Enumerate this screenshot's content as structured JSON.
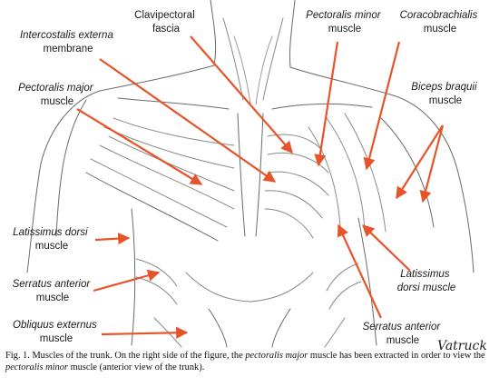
{
  "labels": [
    {
      "id": "clavipectoral",
      "lines": [
        "Clavipectoral",
        "fascia"
      ]
    },
    {
      "id": "intercostalis",
      "lines": [
        "Intercostalis externa",
        "membrane"
      ]
    },
    {
      "id": "pect-minor",
      "lines": [
        "Pectoralis minor",
        "muscle"
      ]
    },
    {
      "id": "coracobrachialis",
      "lines": [
        "Coracobrachialis",
        "muscle"
      ]
    },
    {
      "id": "pect-major",
      "lines": [
        "Pectoralis major",
        "muscle"
      ]
    },
    {
      "id": "biceps",
      "lines": [
        "Biceps braquii",
        "muscle"
      ]
    },
    {
      "id": "latissimus-left",
      "lines": [
        "Latissimus dorsi",
        "muscle"
      ]
    },
    {
      "id": "serratus-left",
      "lines": [
        "Serratus anterior",
        "muscle"
      ]
    },
    {
      "id": "latissimus-right",
      "lines": [
        "Latissimus",
        "dorsi muscle"
      ]
    },
    {
      "id": "obliquus",
      "lines": [
        "Obliquus externus",
        "muscle"
      ]
    },
    {
      "id": "serratus-right",
      "lines": [
        "Serratus anterior",
        "muscle"
      ]
    }
  ],
  "signature": "Vatruck",
  "caption": {
    "prefix": "Fig. 1. Muscles of the trunk. On the right side of the figure, the ",
    "em1": "pectoralis major",
    "mid": " muscle has been extracted in order to view the ",
    "em2": "pectoralis minor",
    "suffix": " muscle (anterior view of the trunk)."
  },
  "colors": {
    "arrow": "#e8542a",
    "ink": "#6b6b6b",
    "text": "#1a1a1a"
  }
}
